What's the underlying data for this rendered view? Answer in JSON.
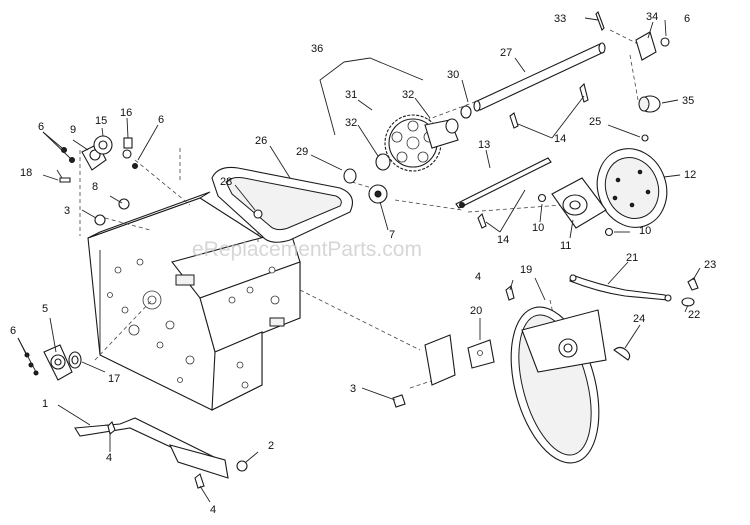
{
  "watermark": "eReplacementParts.com",
  "callouts": {
    "c1": "1",
    "c2": "2",
    "c3a": "3",
    "c3b": "3",
    "c4a": "4",
    "c4b": "4",
    "c4c": "4",
    "c5": "5",
    "c6a": "6",
    "c6b": "6",
    "c6c": "6",
    "c6d": "6",
    "c7": "7",
    "c8": "8",
    "c9": "9",
    "c10a": "10",
    "c10b": "10",
    "c11": "11",
    "c12": "12",
    "c13": "13",
    "c14a": "14",
    "c14b": "14",
    "c15": "15",
    "c16": "16",
    "c17": "17",
    "c18": "18",
    "c19": "19",
    "c20": "20",
    "c21": "21",
    "c22": "22",
    "c23": "23",
    "c24": "24",
    "c25": "25",
    "c26": "26",
    "c27": "27",
    "c28": "28",
    "c29": "29",
    "c30": "30",
    "c31": "31",
    "c32a": "32",
    "c32b": "32",
    "c33": "33",
    "c34": "34",
    "c35": "35",
    "c36": "36"
  }
}
